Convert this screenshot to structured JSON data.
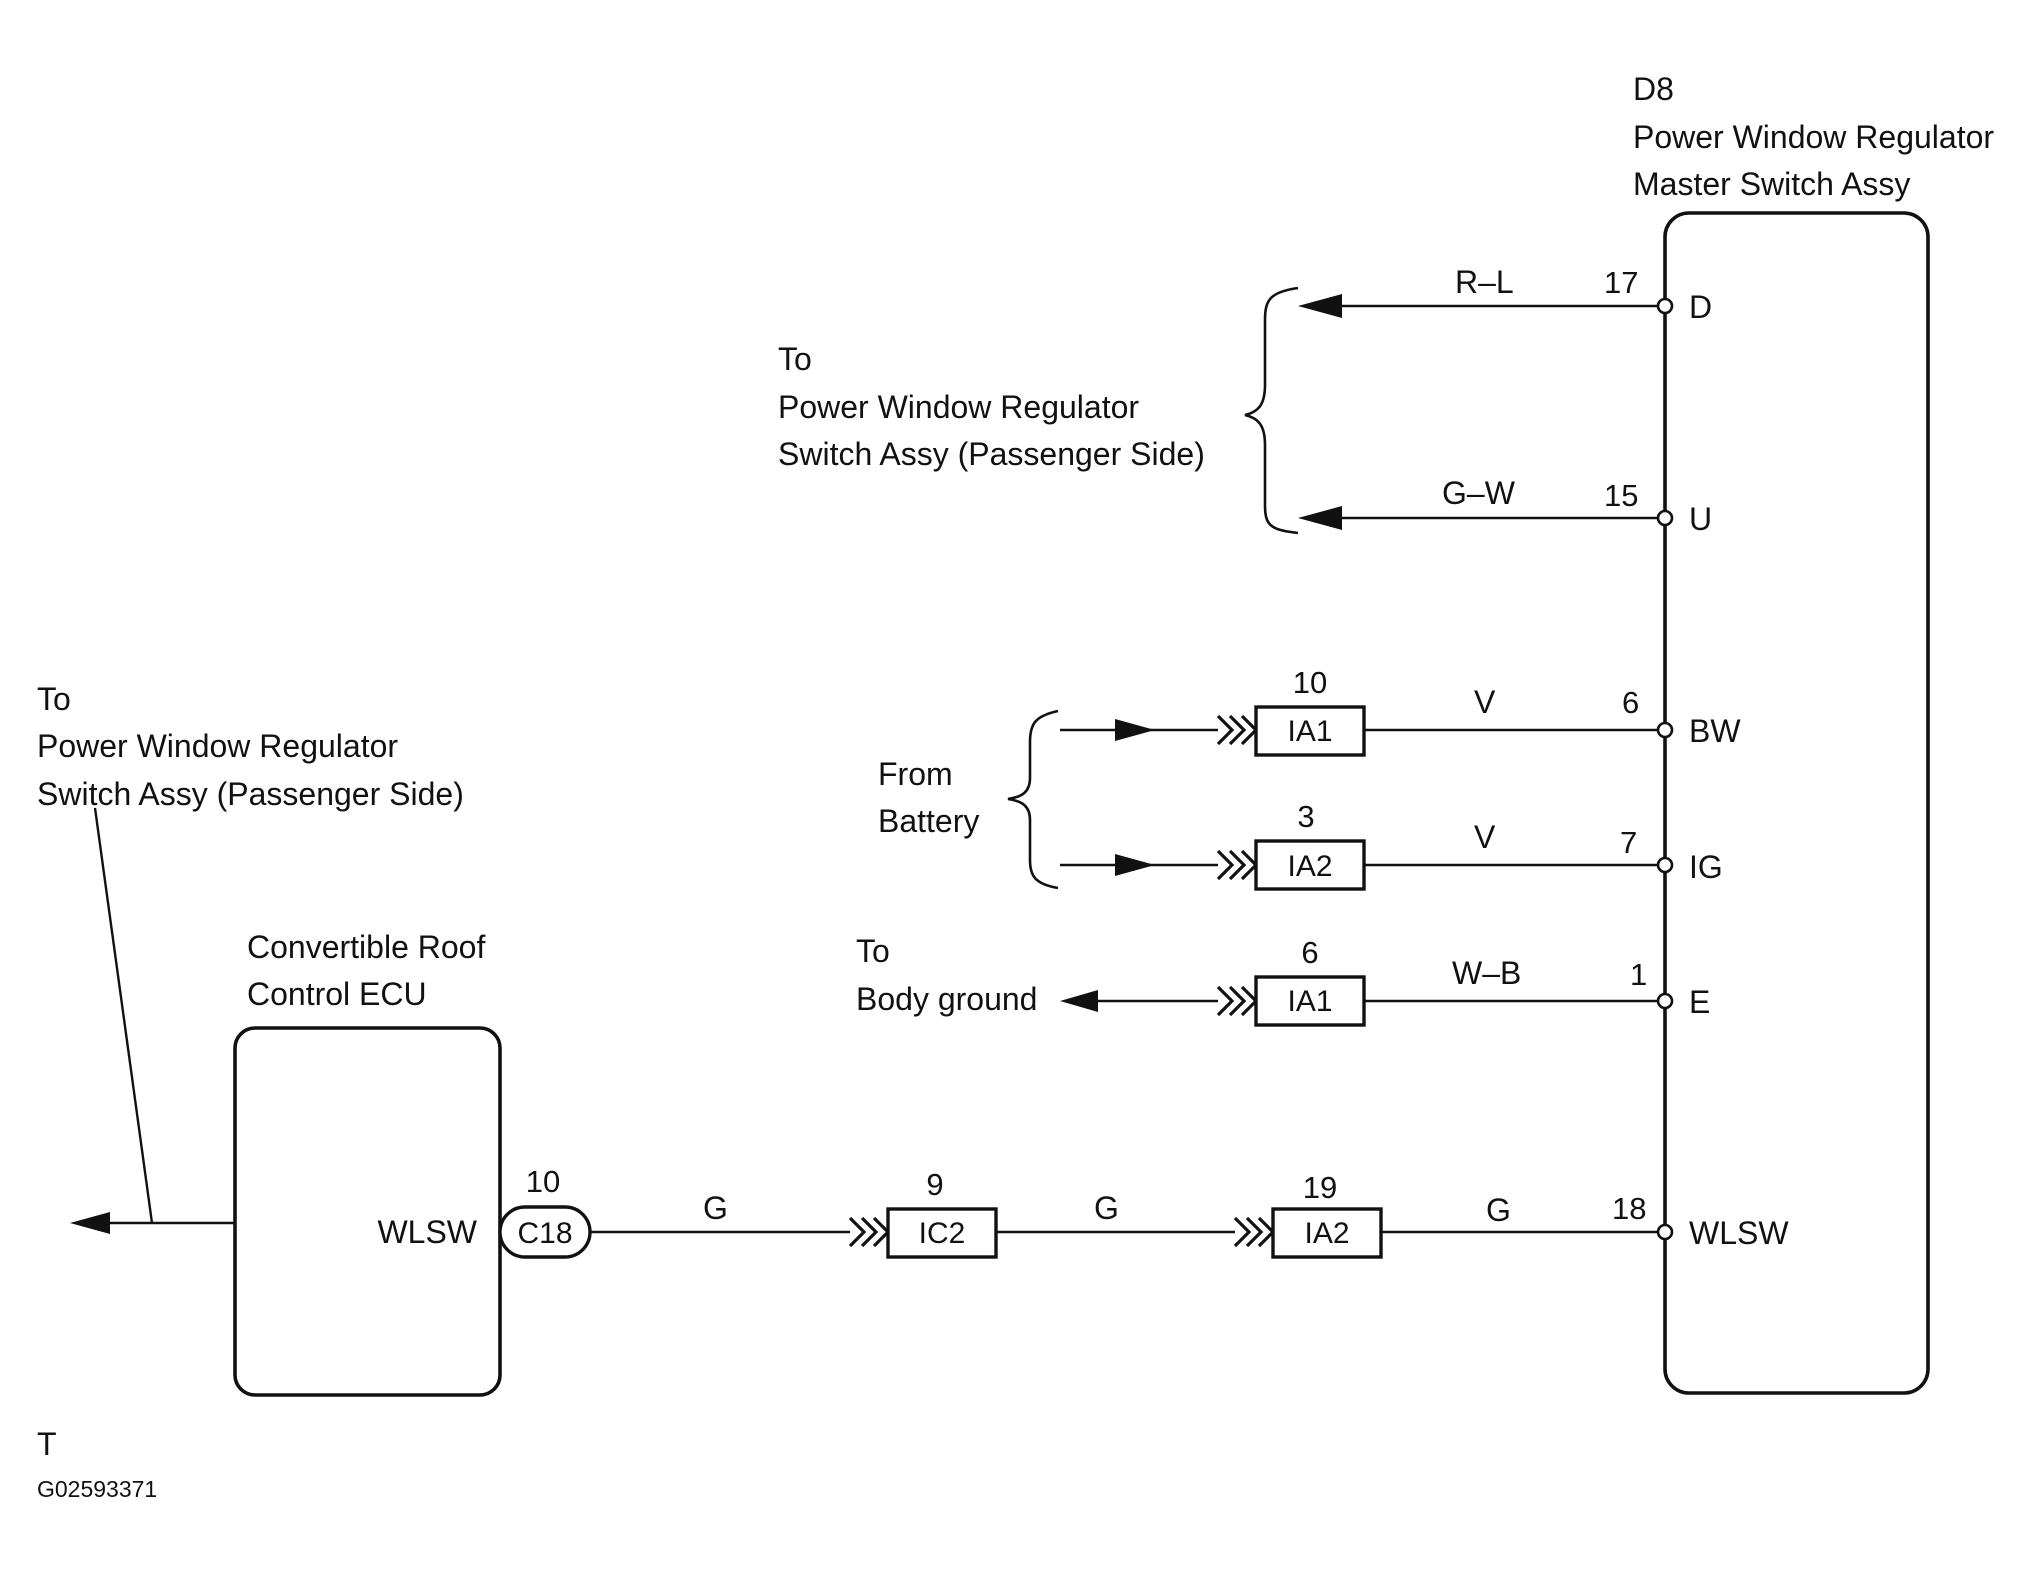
{
  "master_switch": {
    "code": "D8",
    "name_line1": "Power Window Regulator",
    "name_line2": "Master Switch Assy",
    "terminals": [
      {
        "pin": "17",
        "name": "D"
      },
      {
        "pin": "15",
        "name": "U"
      },
      {
        "pin": "6",
        "name": "BW"
      },
      {
        "pin": "7",
        "name": "IG"
      },
      {
        "pin": "1",
        "name": "E"
      },
      {
        "pin": "18",
        "name": "WLSW"
      }
    ]
  },
  "ecu": {
    "name_line1": "Convertible Roof",
    "name_line2": "Control ECU",
    "terminal": "WLSW",
    "connector": "C18",
    "connector_pin": "10"
  },
  "passenger_switch_right": {
    "line1": "To",
    "line2": "Power Window Regulator",
    "line3": "Switch Assy (Passenger Side)"
  },
  "passenger_switch_left": {
    "line1": "To",
    "line2": "Power Window Regulator",
    "line3": "Switch Assy (Passenger Side)"
  },
  "battery": {
    "line1": "From",
    "line2": "Battery"
  },
  "body_ground": {
    "line1": "To",
    "line2": "Body ground"
  },
  "wires": {
    "d": "R–L",
    "u": "G–W",
    "bw": "V",
    "ig": "V",
    "e": "W–B",
    "wlsw_1": "G",
    "wlsw_2": "G",
    "wlsw_3": "G"
  },
  "junction_connectors": {
    "bw": {
      "name": "IA1",
      "pin": "10"
    },
    "ig": {
      "name": "IA2",
      "pin": "3"
    },
    "e": {
      "name": "IA1",
      "pin": "6"
    },
    "wlsw_ic2": {
      "name": "IC2",
      "pin": "9"
    },
    "wlsw_ia2": {
      "name": "IA2",
      "pin": "19"
    }
  },
  "footer": {
    "mark": "T",
    "figure_code": "G02593371"
  }
}
